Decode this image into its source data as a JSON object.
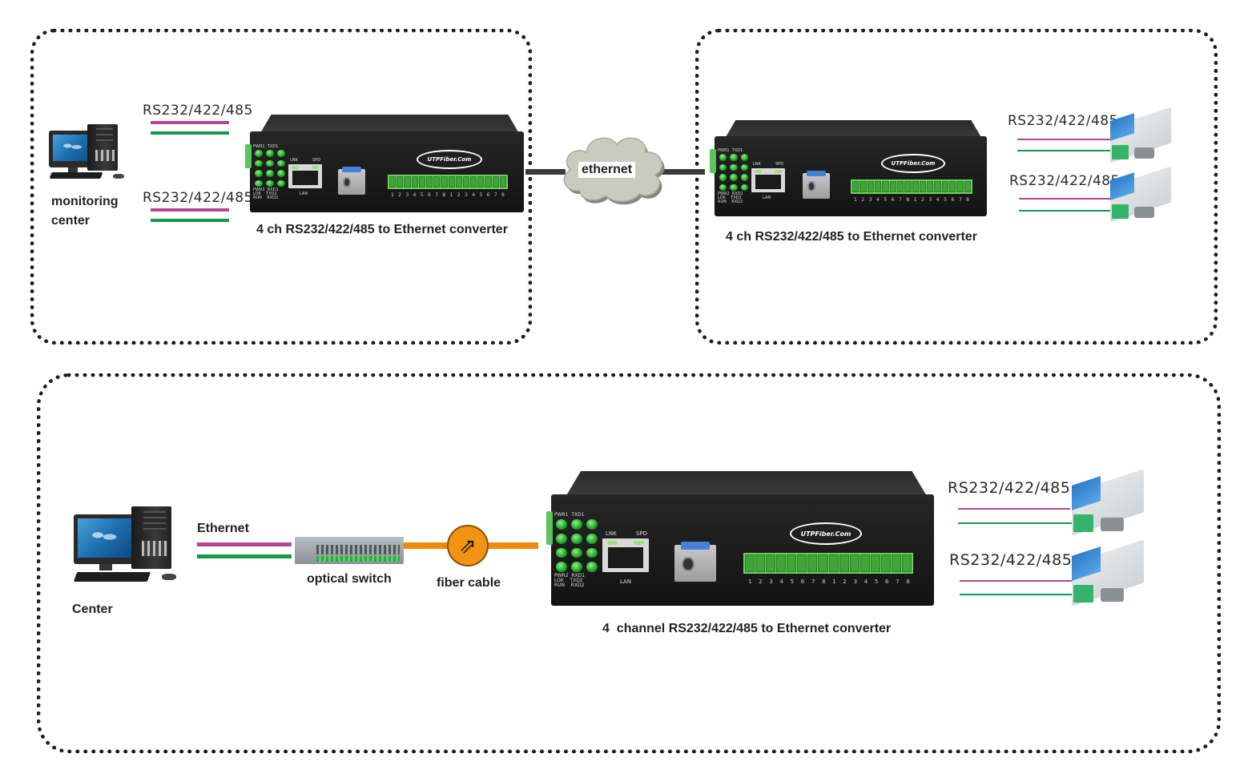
{
  "diagram": {
    "title": "RS232/422/485 to Ethernet converter application diagrams",
    "colors": {
      "signal_line_1": "#b2478f",
      "signal_line_2": "#16994a",
      "fiber": "#f0880a",
      "device_body": "#1a1a1a",
      "terminal_block": "#6fcf5e",
      "border": "#1c1c1c"
    }
  },
  "panel_a": {
    "computer_label_line1": "monitoring",
    "computer_label_line2": "center",
    "serial_links": [
      {
        "label": "RS232/422/485"
      },
      {
        "label": "RS232/422/485"
      }
    ],
    "converter_caption": "4 ch RS232/422/485 to Ethernet converter"
  },
  "network": {
    "cloud_label": "ethernet"
  },
  "panel_b": {
    "converter_caption": "4 ch RS232/422/485 to Ethernet converter",
    "serial_links": [
      {
        "label": "RS232/422/485"
      },
      {
        "label": "RS232/422/485"
      }
    ]
  },
  "panel_c": {
    "computer_label": "Center",
    "ethernet_label": "Ethernet",
    "switch_label": "optical switch",
    "fiber_label": "fiber cable",
    "converter_caption": "4  channel RS232/422/485 to Ethernet converter",
    "serial_links": [
      {
        "label": "RS232/422/485"
      },
      {
        "label": "RS232/422/485"
      }
    ]
  },
  "device": {
    "brand": "UTPFiber.Com",
    "led_labels_top": "PWR1  TXD1",
    "led_labels_bottom": "PWR2  RXD1\nLOK    TXD2\nRUN    RXD2",
    "rj45_link_label": "LNK",
    "rj45_speed_label": "SPD",
    "rj45_port_label": "LAN",
    "terminal_numbers": [
      "1",
      "2",
      "3",
      "4",
      "5",
      "6",
      "7",
      "8",
      "1",
      "2",
      "3",
      "4",
      "5",
      "6",
      "7",
      "8"
    ]
  },
  "icons": {
    "fiber": "⇗"
  }
}
